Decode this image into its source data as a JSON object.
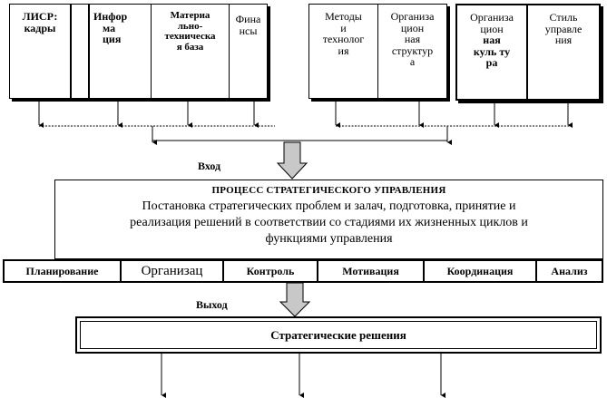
{
  "groups": {
    "left": [
      {
        "lines": [
          "ЛИСР:",
          "кадры"
        ]
      },
      {
        "lines": [
          "Инфор",
          "ма",
          "ция"
        ]
      },
      {
        "lines": [
          "Материа",
          "льно-",
          "техническа",
          "я база"
        ]
      },
      {
        "lines": [
          "Фина",
          "нсы"
        ]
      }
    ],
    "middle": [
      {
        "lines": [
          "Методы",
          "и",
          "технолог",
          "ия"
        ]
      },
      {
        "lines": [
          "Организа",
          "цион",
          "ная",
          "структур",
          "а"
        ]
      }
    ],
    "right": [
      {
        "lines": [
          "Организа",
          "цион",
          "ная",
          "куль ту",
          "ра"
        ]
      },
      {
        "lines": [
          "Стиль",
          "управле",
          "ния"
        ]
      }
    ]
  },
  "input_label": "Вход",
  "output_label": "Выход",
  "process": {
    "title": "ПРОЦЕСС  СТРАТЕГИЧЕСКОГО  УПРАВЛЕНИЯ",
    "description_lines": [
      "Постановка стратегических  проблем и залач, подготовка, принятие и",
      "реализация решений в соответствии со стадиями их жизненных циклов и",
      "функциями  управления"
    ]
  },
  "functions": [
    "Планирование",
    "Организац",
    "Контроль",
    "Мотивация",
    "Координация",
    "Анализ"
  ],
  "result": "Стратегические решения"
}
